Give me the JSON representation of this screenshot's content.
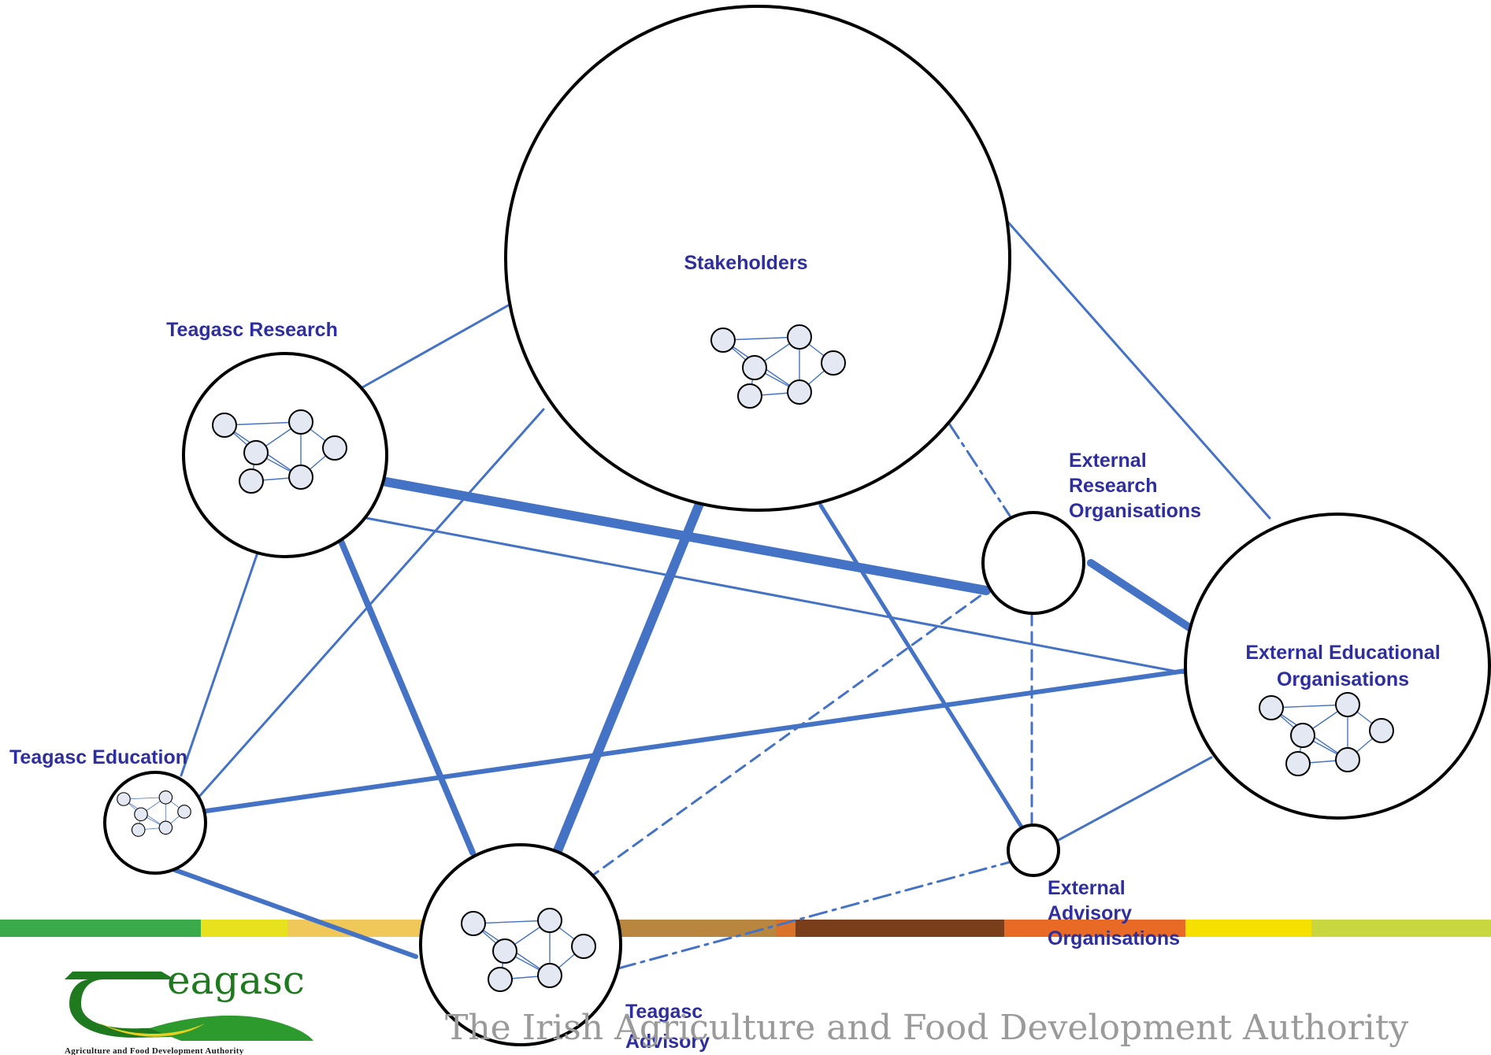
{
  "labels": {
    "stakeholders": "Stakeholders",
    "teagasc_research": "Teagasc Research",
    "teagasc_education": "Teagasc  Education",
    "teagasc_advisory_1": "Teagasc",
    "teagasc_advisory_2": "Advisory",
    "ext_research_1": "External",
    "ext_research_2": "Research",
    "ext_research_3": "Organisations",
    "ext_educational_1": "External Educational",
    "ext_educational_2": "Organisations",
    "ext_advisory_1": "External",
    "ext_advisory_2": "Advisory",
    "ext_advisory_3": "Organisations"
  },
  "footer": {
    "tagline": "The Irish Agriculture and Food Development Authority",
    "logo_word": "eagasc",
    "logo_sub": "Agriculture and Food Development Authority"
  },
  "colors": {
    "link": "#4472c4",
    "node_text": "#2e2e9e",
    "mini_node_fill": "#e3e8f2",
    "stripe": [
      "#3aaa4a",
      "#e8e21e",
      "#f0c85a",
      "#b8863e",
      "#7a3e1a",
      "#e86a24",
      "#f6e000",
      "#c8d640"
    ]
  }
}
